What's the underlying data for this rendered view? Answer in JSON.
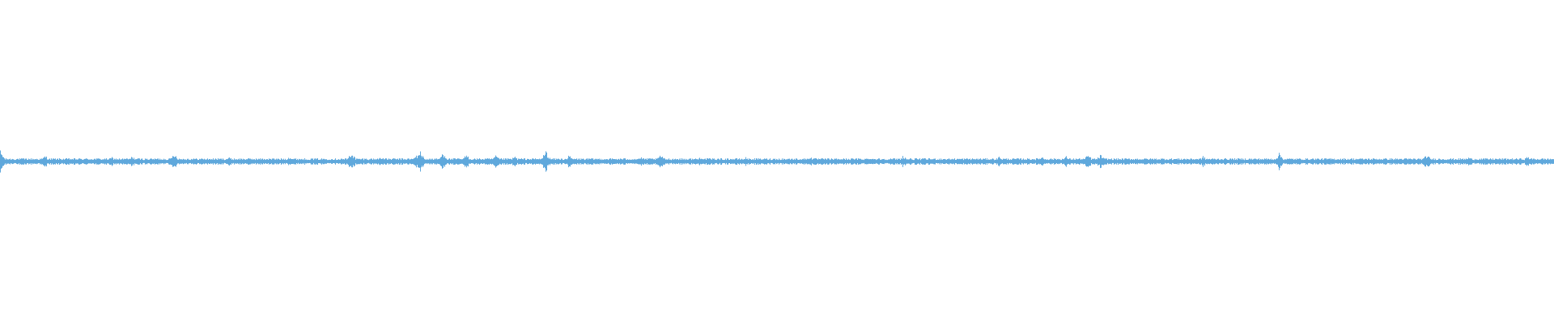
{
  "waveform": {
    "color": "#5fa8dc",
    "background": "#ffffff",
    "baseline_amplitude": 0.02,
    "peaks": [
      {
        "position": 0.0,
        "amplitude": 0.07
      },
      {
        "position": 0.029,
        "amplitude": 0.04
      },
      {
        "position": 0.072,
        "amplitude": 0.03
      },
      {
        "position": 0.085,
        "amplitude": 0.035
      },
      {
        "position": 0.112,
        "amplitude": 0.055
      },
      {
        "position": 0.147,
        "amplitude": 0.03
      },
      {
        "position": 0.186,
        "amplitude": 0.035
      },
      {
        "position": 0.226,
        "amplitude": 0.06
      },
      {
        "position": 0.245,
        "amplitude": 0.035
      },
      {
        "position": 0.268,
        "amplitude": 0.045
      },
      {
        "position": 0.27,
        "amplitude": 0.07
      },
      {
        "position": 0.285,
        "amplitude": 0.06
      },
      {
        "position": 0.3,
        "amplitude": 0.045
      },
      {
        "position": 0.319,
        "amplitude": 0.04
      },
      {
        "position": 0.331,
        "amplitude": 0.035
      },
      {
        "position": 0.351,
        "amplitude": 0.07
      },
      {
        "position": 0.366,
        "amplitude": 0.04
      },
      {
        "position": 0.412,
        "amplitude": 0.03
      },
      {
        "position": 0.425,
        "amplitude": 0.045
      },
      {
        "position": 0.451,
        "amplitude": 0.035
      },
      {
        "position": 0.48,
        "amplitude": 0.03
      },
      {
        "position": 0.521,
        "amplitude": 0.035
      },
      {
        "position": 0.56,
        "amplitude": 0.03
      },
      {
        "position": 0.581,
        "amplitude": 0.04
      },
      {
        "position": 0.643,
        "amplitude": 0.035
      },
      {
        "position": 0.67,
        "amplitude": 0.035
      },
      {
        "position": 0.686,
        "amplitude": 0.035
      },
      {
        "position": 0.7,
        "amplitude": 0.045
      },
      {
        "position": 0.708,
        "amplitude": 0.045
      },
      {
        "position": 0.774,
        "amplitude": 0.035
      },
      {
        "position": 0.823,
        "amplitude": 0.055
      },
      {
        "position": 0.918,
        "amplitude": 0.045
      },
      {
        "position": 0.945,
        "amplitude": 0.03
      },
      {
        "position": 0.983,
        "amplitude": 0.035
      }
    ]
  }
}
